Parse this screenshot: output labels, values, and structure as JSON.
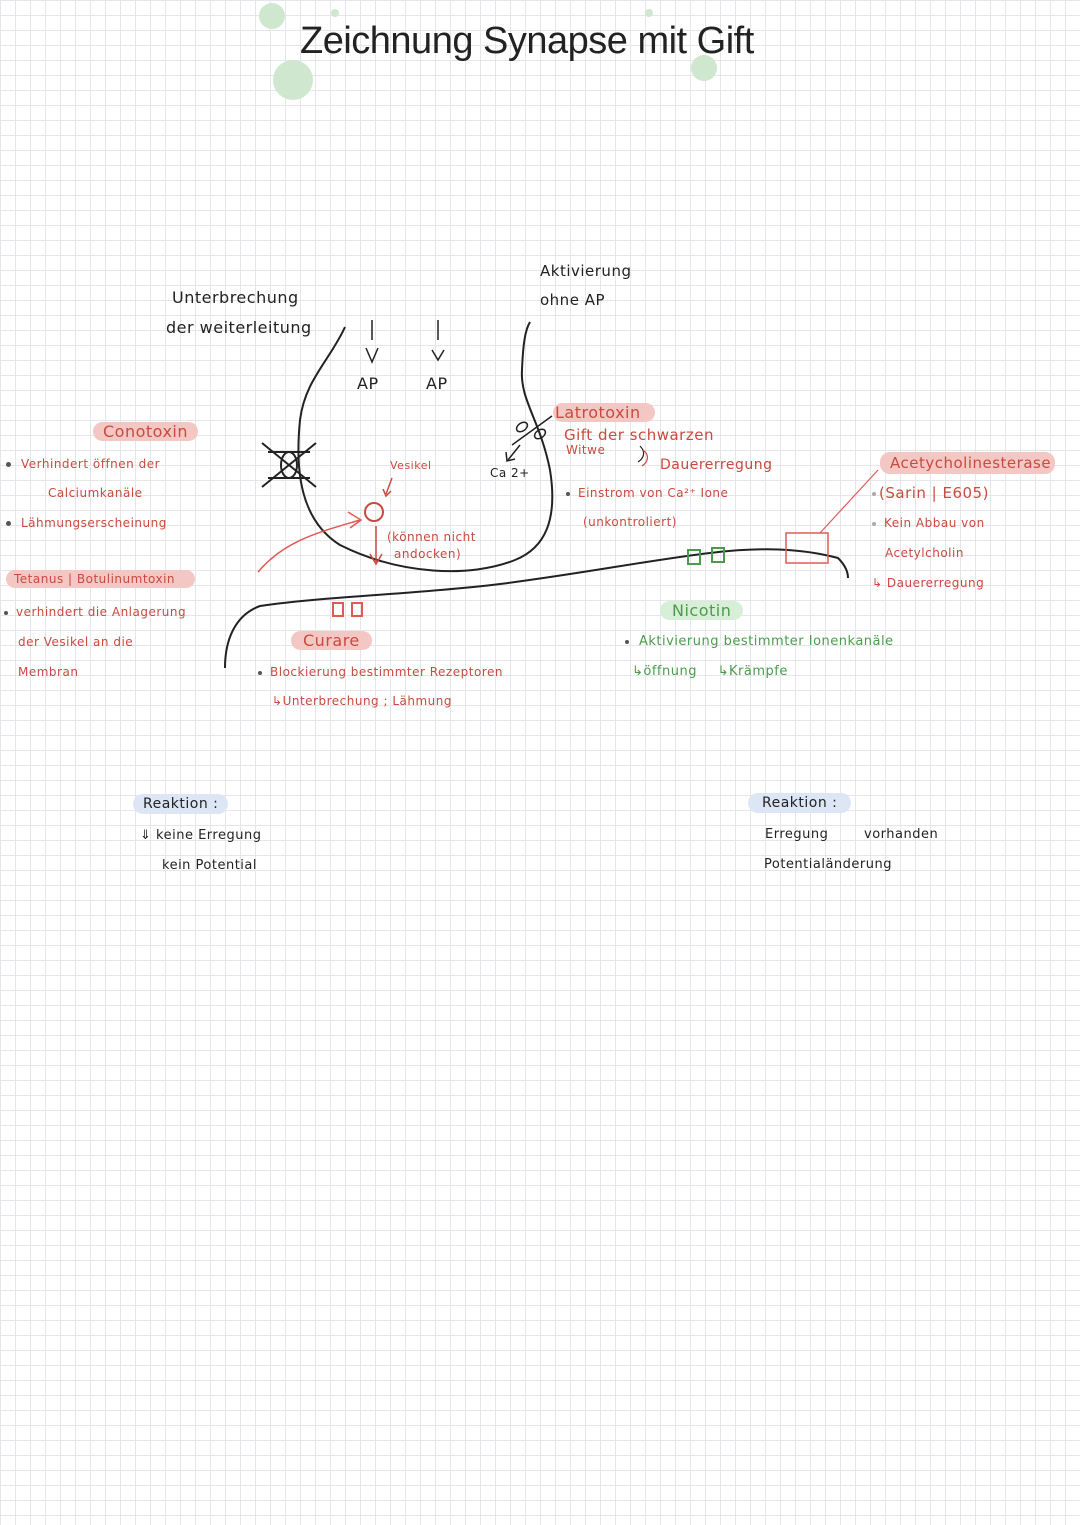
{
  "title": "Zeichnung Synapse mit Gift",
  "top_center": {
    "line1": "Unterbrechung",
    "line2": "der weiterleitung"
  },
  "ap_left": "AP",
  "ap_right": "AP",
  "aktivierung": {
    "line1": "Aktivierung",
    "line2": "ohne AP"
  },
  "conotoxin": {
    "title": "Conotoxin",
    "items": [
      "Verhindert öffnen der",
      "Calciumkanäle",
      "Lähmungserscheinung"
    ]
  },
  "tetanus": {
    "title": "Tetanus | Botulinumtoxin",
    "lines": [
      "verhindert die Anlagerung",
      "der Vesikel an die",
      "Membran"
    ]
  },
  "vesikel": {
    "label": "Vesikel",
    "note1": "(können nicht",
    "note2": "andocken)"
  },
  "ca_label": "Ca 2+",
  "latrotoxin": {
    "title": "Latrotoxin",
    "line1": "Gift der schwarzen",
    "line2": "Witwe",
    "line3": "Dauererregung",
    "line4": "Einstrom von Ca²⁺ Ione",
    "line5": "(unkontroliert)"
  },
  "acetylcholinesterase": {
    "title": "Acetycholinesterase",
    "line1": "(Sarin | E605)",
    "line2": "Kein Abbau von",
    "line3": "Acetylcholin",
    "line4": "Dauererregung"
  },
  "curare": {
    "title": "Curare",
    "line1": "Blockierung bestimmter Rezeptoren",
    "line2": "Unterbrechung ; Lähmung"
  },
  "nicotin": {
    "title": "Nicotin",
    "line1": "Aktivierung bestimmter Ionenkanäle",
    "line2a": "öffnung",
    "line2b": "Krämpfe"
  },
  "reaktion_left": {
    "title": "Reaktion :",
    "line1": "keine Erregung",
    "line2": "kein Potential"
  },
  "reaktion_right": {
    "title": "Reaktion :",
    "line1a": "Erregung",
    "line1b": "vorhanden",
    "line2": "Potentialänderung"
  },
  "colors": {
    "red": "#c94a3f",
    "green": "#4c9b4c",
    "highlight_red": "#f3c7c3",
    "highlight_green": "#d7efd7",
    "highlight_blue": "#dde6f5"
  }
}
